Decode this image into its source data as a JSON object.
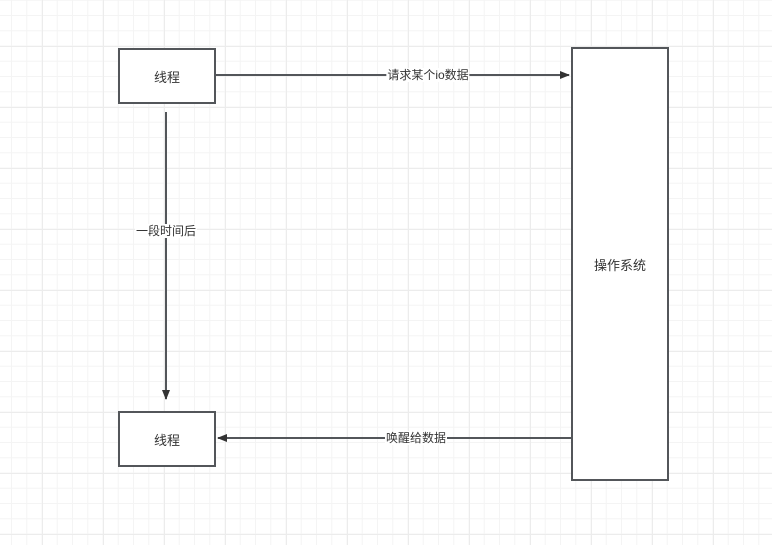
{
  "diagram": {
    "nodes": {
      "thread_top": {
        "label": "线程"
      },
      "thread_bottom": {
        "label": "线程"
      },
      "os": {
        "label": "操作系统"
      }
    },
    "edges": {
      "request": {
        "label": "请求某个io数据",
        "from": "thread_top",
        "to": "os"
      },
      "wait": {
        "label": "一段时间后",
        "from": "thread_top",
        "to": "thread_bottom"
      },
      "wakeup": {
        "label": "唤醒给数据",
        "from": "os",
        "to": "thread_bottom"
      }
    },
    "colors": {
      "stroke": "#53565a",
      "text": "#333333"
    }
  }
}
